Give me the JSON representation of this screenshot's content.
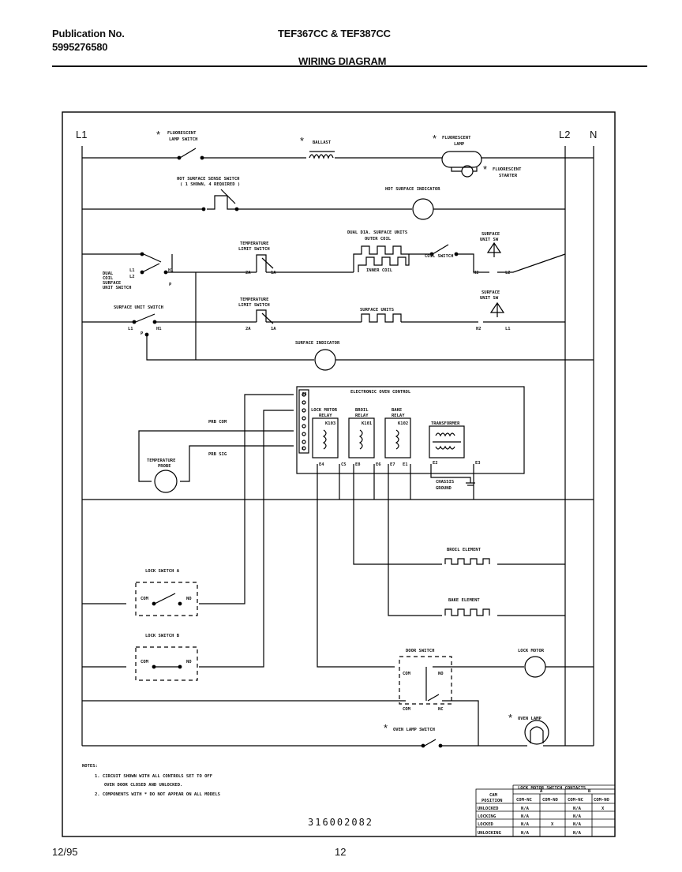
{
  "header": {
    "pub_label": "Publication No.",
    "pub_number": "5995276580",
    "models": "TEF367CC & TEF387CC",
    "title": "WIRING DIAGRAM"
  },
  "footer": {
    "date": "12/95",
    "page": "12"
  },
  "diagram": {
    "rails": {
      "l1": "L1",
      "l2": "L2",
      "n": "N"
    },
    "asterisk": "*",
    "labels": {
      "fl_lamp_switch_1": "FLUORESCENT",
      "fl_lamp_switch_2": "LAMP SWITCH",
      "ballast": "BALLAST",
      "fl_lamp_1": "FLUORESCENT",
      "fl_lamp_2": "LAMP",
      "fl_starter_1": "FLUORESCENT",
      "fl_starter_2": "STARTER",
      "hot_sense_1": "HOT SURFACE SENSE SWITCH",
      "hot_sense_2": "( 1 SHOWN, 4 REQUIRED )",
      "hot_indicator": "HOT SURFACE INDICATOR",
      "dual_units_1": "DUAL DIA. SURFACE UNITS",
      "outer_coil": "OUTER COIL",
      "inner_coil": "INNER COIL",
      "coil_switch": "COIL SWITCH",
      "surf_unit_sw1_1": "SURFACE",
      "surf_unit_sw1_2": "UNIT SW",
      "temp_limit1_1": "TEMPERATURE",
      "temp_limit1_2": "LIMIT SWITCH",
      "dual_coil_sw_1": "DUAL",
      "dual_coil_sw_2": "COIL",
      "dual_coil_sw_3": "SURFACE",
      "dual_coil_sw_4": "UNIT SWITCH",
      "surf_unit_switch": "SURFACE UNIT SWITCH",
      "temp_limit2_1": "TEMPERATURE",
      "temp_limit2_2": "LIMIT SWITCH",
      "surface_units": "SURFACE UNITS",
      "surf_unit_sw2_1": "SURFACE",
      "surf_unit_sw2_2": "UNIT SW",
      "surface_indicator": "SURFACE INDICATOR",
      "eoc": "ELECTRONIC OVEN CONTROL",
      "lock_motor_relay_1": "LOCK MOTOR",
      "lock_motor_relay_2": "RELAY",
      "broil_relay_1": "BROIL",
      "broil_relay_2": "RELAY",
      "bake_relay_1": "BAKE",
      "bake_relay_2": "RELAY",
      "k103": "K103",
      "k101": "K101",
      "k102": "K102",
      "transformer": "TRANSFORMER",
      "prb_com": "PRB COM",
      "prb_sig": "PRB SIG",
      "temp_probe_1": "TEMPERATURE",
      "temp_probe_2": "PROBE",
      "chassis_1": "CHASSIS",
      "chassis_2": "GROUND",
      "broil_element": "BROIL ELEMENT",
      "bake_element": "BAKE ELEMENT",
      "lock_switch_a": "LOCK SWITCH A",
      "lock_switch_b": "LOCK SWITCH B",
      "com": "COM",
      "no": "NO",
      "nc": "NC",
      "door_switch": "DOOR SWITCH",
      "lock_motor": "LOCK MOTOR",
      "oven_lamp": "OVEN LAMP",
      "oven_lamp_switch": "OVEN LAMP SWITCH",
      "term_p": "P",
      "term_l1": "L1",
      "term_l2": "L2",
      "term_h1": "H1",
      "term_h2": "H2",
      "term_2a": "2A",
      "term_1a": "1A",
      "term_e4": "E4",
      "term_c5": "C5",
      "term_e8": "E8",
      "term_e6": "E6",
      "term_e7": "E7",
      "term_e1": "E1",
      "term_e2": "E2",
      "term_e3": "E3",
      "term_j8": "J8",
      "term_1": "1"
    },
    "notes": {
      "heading": "NOTES:",
      "n1a": "1. CIRCUIT SHOWN WITH ALL CONTROLS SET TO OFF",
      "n1b": "OVEN DOOR CLOSED AND UNLOCKED.",
      "n2": "2. COMPONENTS WITH * DO NOT APPEAR ON ALL MODELS"
    },
    "part_number": "316002082",
    "lock_table": {
      "title": "LOCK MOTOR SWITCH CONTACTS",
      "col_a": "A",
      "col_b": "B",
      "cam_1": "CAM",
      "cam_2": "POSITION",
      "h1": "COM-NC",
      "h2": "COM-NO",
      "h3": "COM-NC",
      "h4": "COM-NO",
      "rows": [
        {
          "pos": "UNLOCKED",
          "c1": "N/A",
          "c2": "",
          "c3": "N/A",
          "c4": "X"
        },
        {
          "pos": "LOCKING",
          "c1": "N/A",
          "c2": "",
          "c3": "N/A",
          "c4": ""
        },
        {
          "pos": "LOCKED",
          "c1": "N/A",
          "c2": "X",
          "c3": "N/A",
          "c4": ""
        },
        {
          "pos": "UNLOCKING",
          "c1": "N/A",
          "c2": "",
          "c3": "N/A",
          "c4": ""
        }
      ]
    }
  }
}
